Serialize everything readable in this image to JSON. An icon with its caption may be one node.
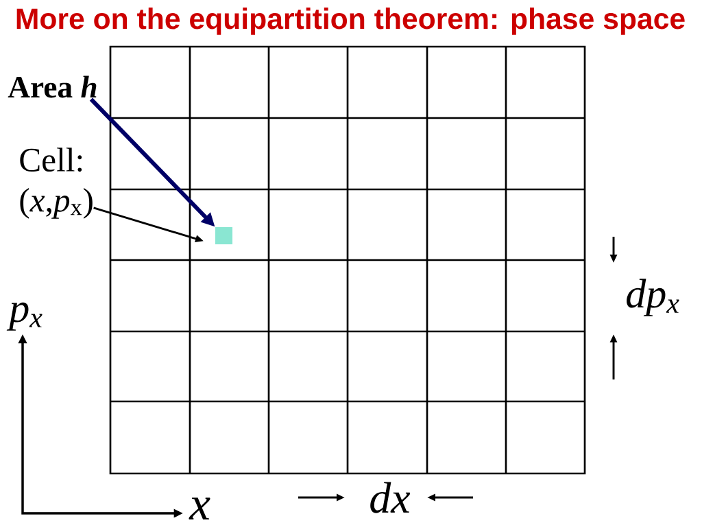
{
  "diagram": {
    "title": "More on the equipartition theorem: phase space",
    "nodes": [
      {
        "text": [
          "Area *h*"
        ]
      },
      {
        "text": [
          "Cell: (*x*,*p*$_{x}$)"
        ]
      },
      {
        "text": [],
        "shape": "box"
      }
    ],
    "edges": [
      {
        "from": 0,
        "to": 2,
        "arrow": "to",
        "style": "thick",
        "color": "#000066"
      },
      {
        "from": 1,
        "to": 2,
        "arrow": "to",
        "color": "#000000"
      }
    ],
    "labels": [
      "p$_{x}$",
      "dp$_{x}$",
      "x",
      "dx"
    ]
  }
}
